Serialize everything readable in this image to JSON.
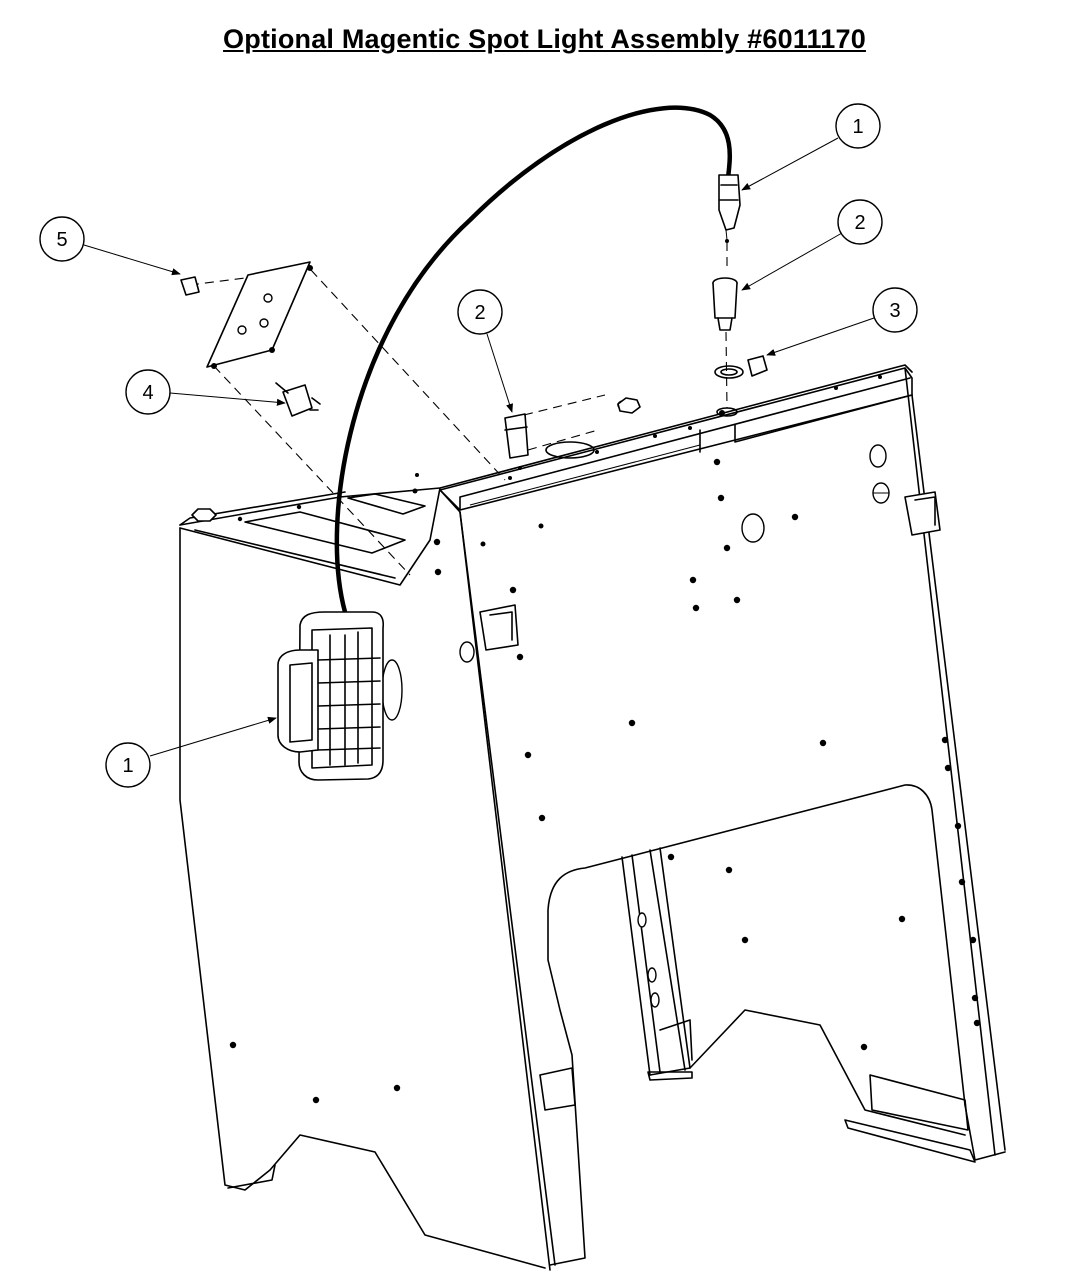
{
  "title": "Optional Magentic Spot Light Assembly #6011170",
  "callouts": [
    {
      "id": "c1-top",
      "label": "1"
    },
    {
      "id": "c2-right",
      "label": "2"
    },
    {
      "id": "c3",
      "label": "3"
    },
    {
      "id": "c2-left",
      "label": "2"
    },
    {
      "id": "c5",
      "label": "5"
    },
    {
      "id": "c4",
      "label": "4"
    },
    {
      "id": "c1-bottom",
      "label": "1"
    }
  ]
}
